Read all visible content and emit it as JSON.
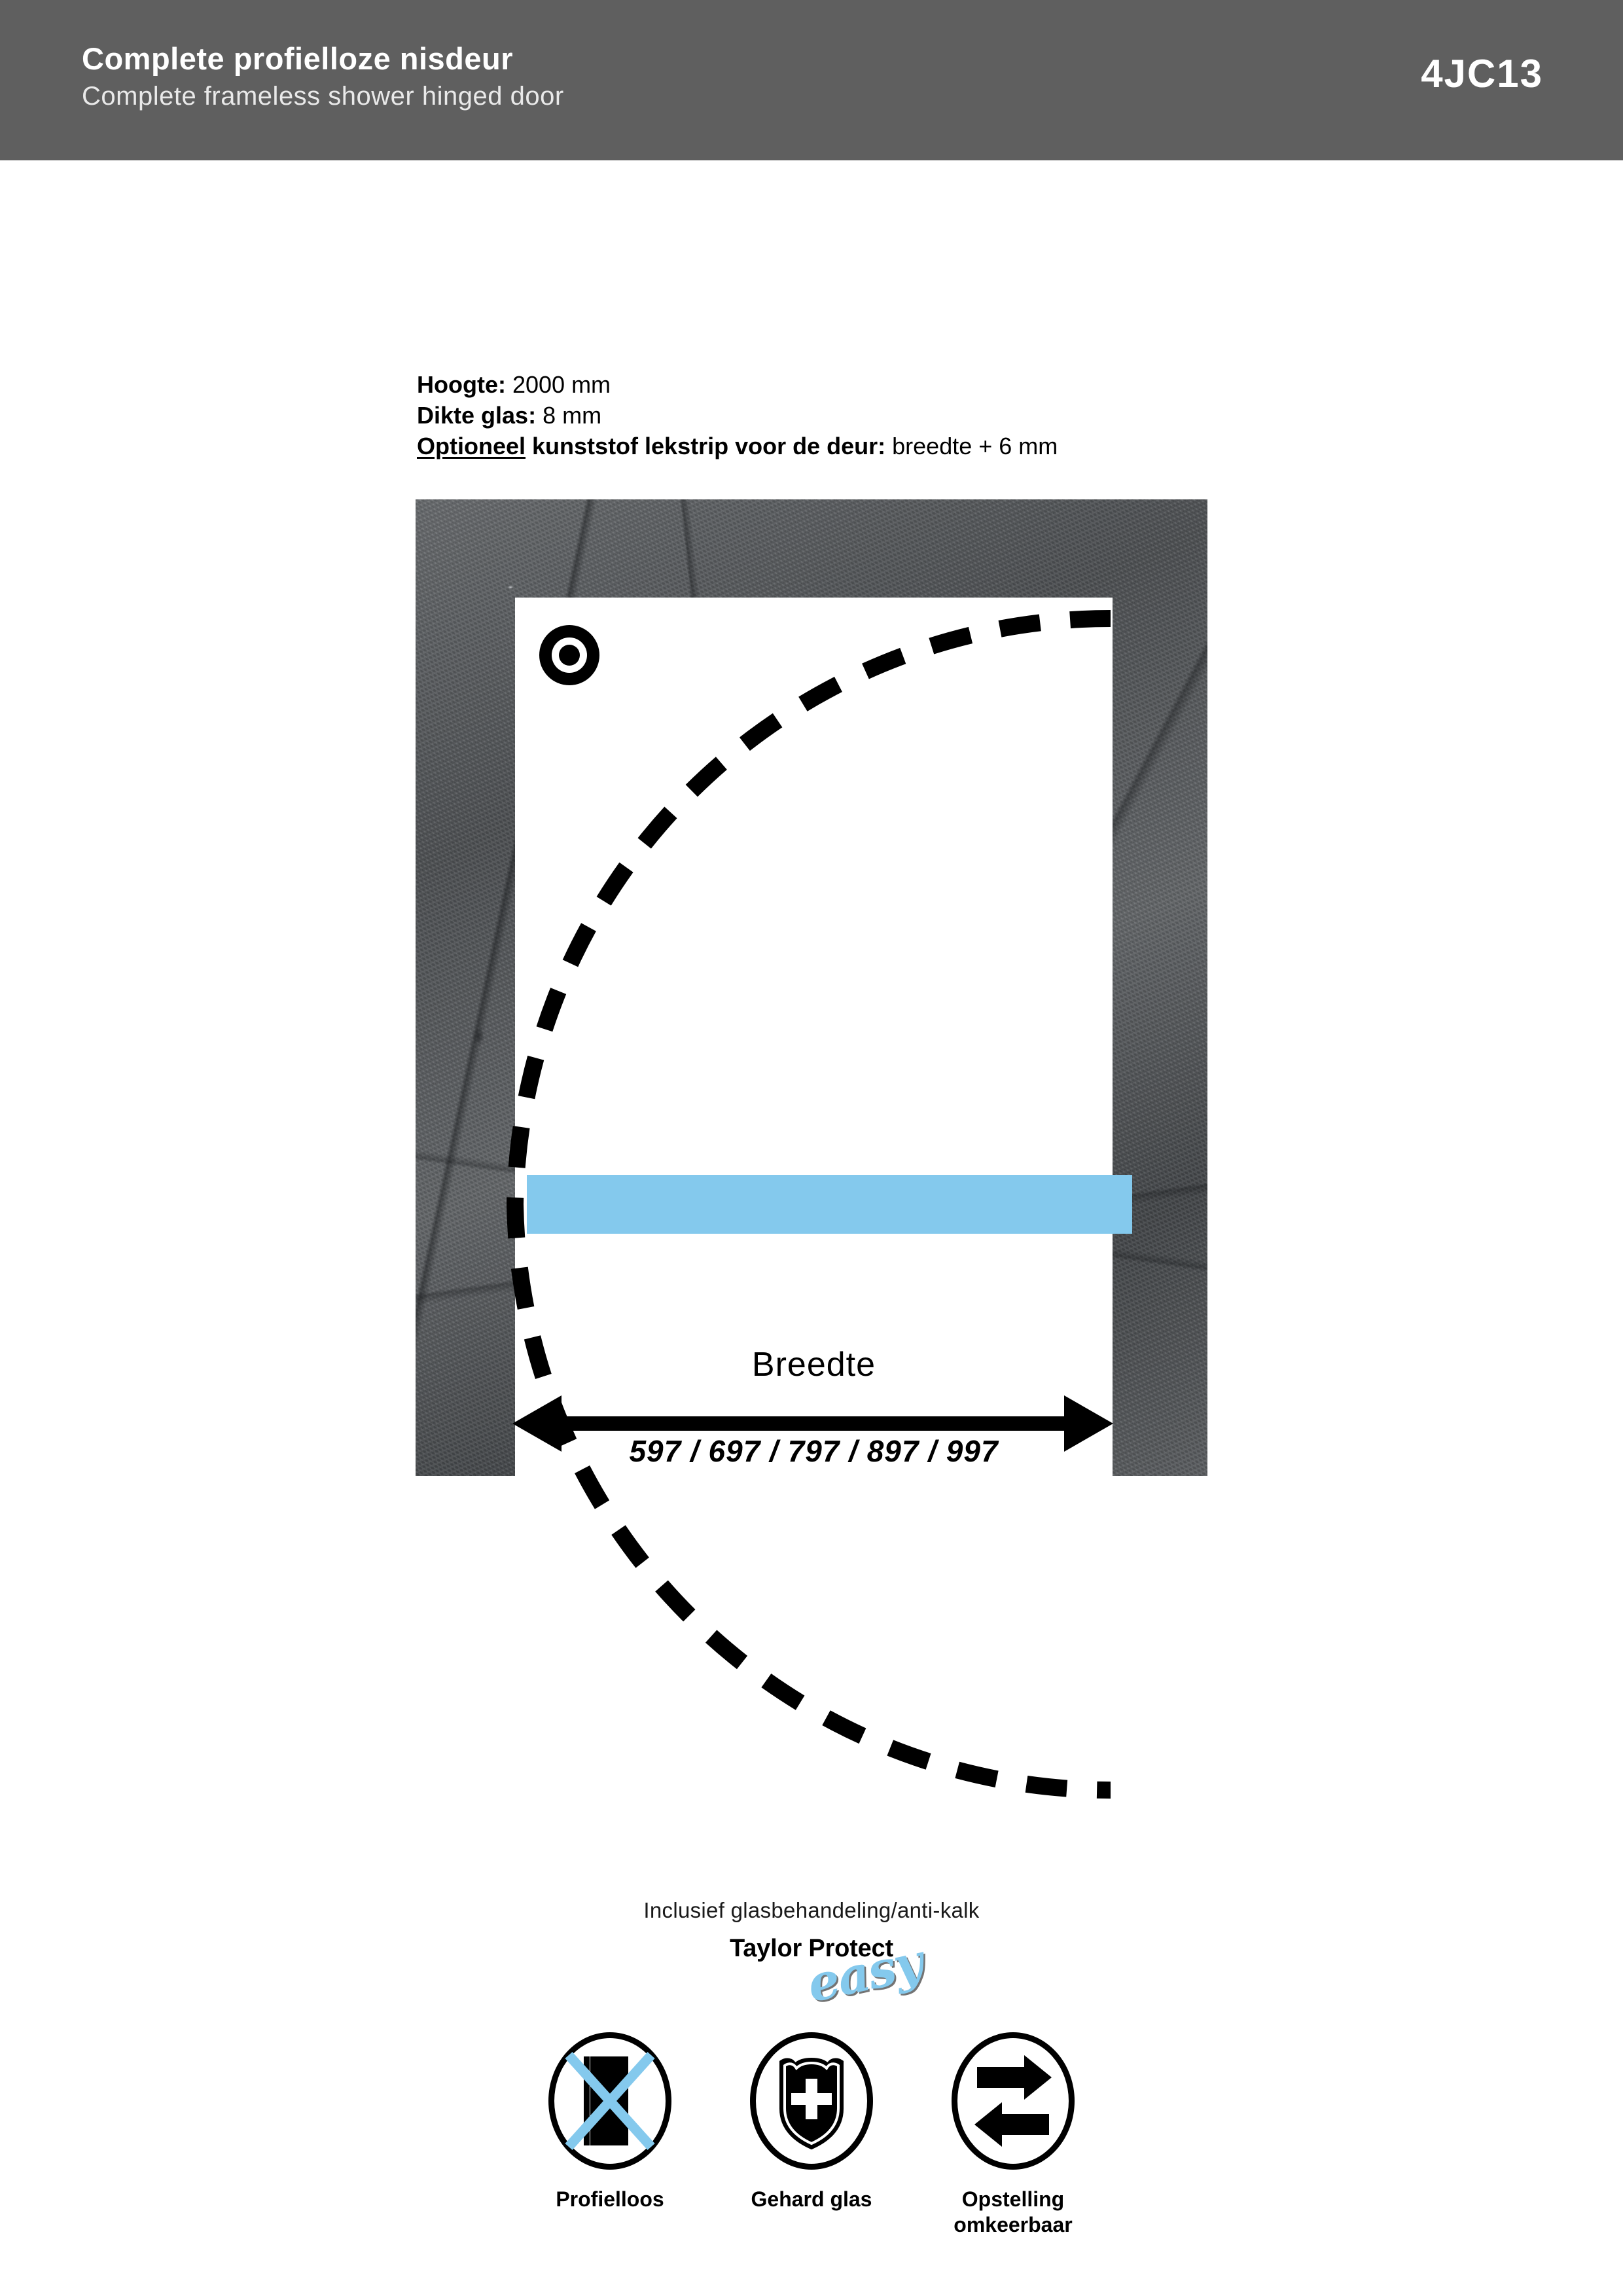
{
  "header": {
    "title": "Complete profielloze nisdeur",
    "subtitle": "Complete frameless shower hinged door",
    "code": "4JC13",
    "bg_color": "#5f5f5f"
  },
  "specs": {
    "height_label": "Hoogte:",
    "height_value": "2000 mm",
    "glass_label": "Dikte glas:",
    "glass_value": "8 mm",
    "optional_word": "Optioneel",
    "optional_label": "kunststof lekstrip voor de deur:",
    "optional_value": "breedte + 6 mm"
  },
  "diagram": {
    "width_label": "Breedte",
    "width_values": "597 / 697 / 797 / 897 / 997",
    "hinge_icon": "hinge-pivot-icon",
    "swing_arc": "door-swing-arc",
    "accent_color": "#84c9ed",
    "panel_color": "#ffffff"
  },
  "branding": {
    "caption": "Inclusief glasbehandeling/anti-kalk",
    "name": "Taylor Protect",
    "script": "easy",
    "script_color": "#84c9ed"
  },
  "features": [
    {
      "label": "Profielloos",
      "icon": "frameless-crossed-out-icon"
    },
    {
      "label": "Gehard glas",
      "icon": "shield-plus-icon"
    },
    {
      "label": "Opstelling\nomkeerbaar",
      "icon": "reversible-arrows-icon"
    }
  ],
  "chart_data": {
    "type": "table",
    "title": "Complete profielloze nisdeur 4JC13",
    "rows": [
      {
        "property": "Hoogte",
        "value": "2000 mm"
      },
      {
        "property": "Dikte glas",
        "value": "8 mm"
      },
      {
        "property": "Optioneel kunststof lekstrip voor de deur",
        "value": "breedte + 6 mm"
      },
      {
        "property": "Breedte (beschikbare maten)",
        "value": "597 / 697 / 797 / 897 / 997 mm"
      }
    ],
    "available_widths_mm": [
      597,
      697,
      797,
      897,
      997
    ],
    "height_mm": 2000,
    "glass_thickness_mm": 8,
    "leak_strip_extra_mm": 6
  }
}
